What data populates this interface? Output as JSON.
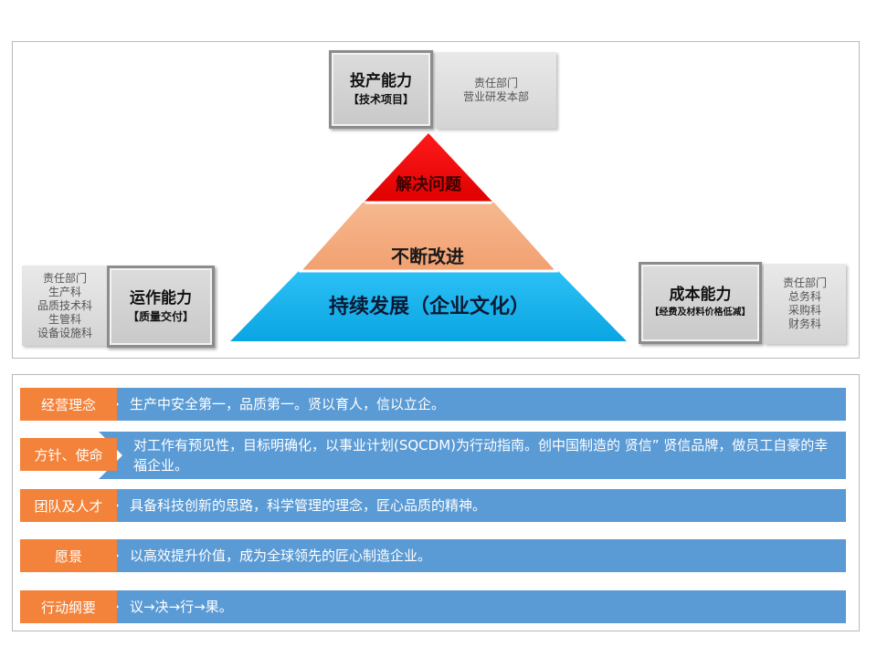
{
  "pyramid": {
    "top": "解决问题",
    "middle": "不断改进",
    "bottom": "持续发展（企业文化）"
  },
  "capabilities": {
    "top": {
      "title": "投产能力",
      "sub": "【技术项目】",
      "dept": [
        "责任部门",
        "营业研发本部"
      ]
    },
    "left": {
      "title": "运作能力",
      "sub": "【质量交付】",
      "dept": [
        "责任部门",
        "生产科",
        "品质技术科",
        "生管科",
        "设备设施科"
      ]
    },
    "right": {
      "title": "成本能力",
      "sub": "【经费及材料价格低减】",
      "dept": [
        "责任部门",
        "总务科",
        "采购科",
        "财务科"
      ]
    }
  },
  "rows": [
    {
      "label": "经营理念",
      "text": "生产中安全第一，品质第一。贤以育人，信以立企。"
    },
    {
      "label": "方针、使命",
      "text": "对工作有预见性，目标明确化，以事业计划(SQCDM)为行动指南。创中国制造的 贤信”  贤信品牌，做员工自豪的幸福企业。"
    },
    {
      "label": "团队及人才",
      "text": "具备科技创新的思路，科学管理的理念，匠心品质的精神。"
    },
    {
      "label": "愿景",
      "text": "以高效提升价值，成为全球领先的匠心制造企业。"
    },
    {
      "label": "行动纲要",
      "text": "议→决→行→果。"
    }
  ],
  "colors": {
    "red": "#ff0000",
    "peach": "#f4ac7e",
    "blue": "#16b0ec",
    "orange": "#f3823a",
    "bar": "#5b9bd5"
  }
}
